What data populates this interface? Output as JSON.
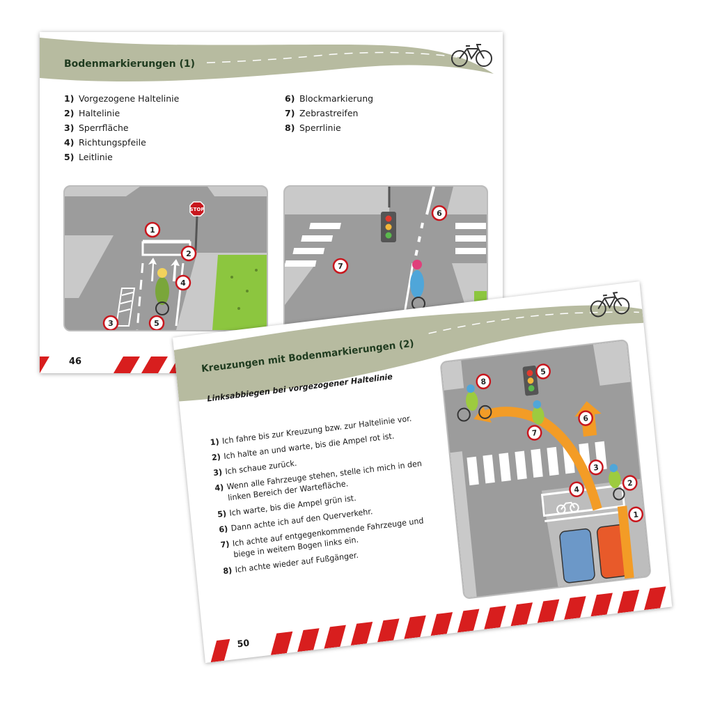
{
  "page_back": {
    "title": "Bodenmarkierungen (1)",
    "page_number": "46",
    "items_left": [
      {
        "num": "1)",
        "label": "Vorgezogene Haltelinie"
      },
      {
        "num": "2)",
        "label": "Haltelinie"
      },
      {
        "num": "3)",
        "label": "Sperrfläche"
      },
      {
        "num": "4)",
        "label": "Richtungspfeile"
      },
      {
        "num": "5)",
        "label": "Leitlinie"
      }
    ],
    "items_right": [
      {
        "num": "6)",
        "label": "Blockmarkierung"
      },
      {
        "num": "7)",
        "label": "Zebrastreifen"
      },
      {
        "num": "8)",
        "label": "Sperrlinie"
      }
    ],
    "stop_sign": "STOP",
    "markers_left": [
      "1",
      "2",
      "3",
      "4",
      "5"
    ],
    "markers_right": [
      "6",
      "7"
    ]
  },
  "page_front": {
    "title": "Kreuzungen mit Bodenmarkierungen (2)",
    "subtitle": "Linksabbiegen bei vorgezogener Haltelinie",
    "page_number": "50",
    "steps": [
      {
        "num": "1)",
        "text": "Ich fahre bis zur Kreuzung bzw. zur Haltelinie vor."
      },
      {
        "num": "2)",
        "text": "Ich halte an und warte, bis die Ampel rot ist."
      },
      {
        "num": "3)",
        "text": "Ich schaue zurück."
      },
      {
        "num": "4)",
        "text": "Wenn alle Fahrzeuge stehen, stelle ich mich in den linken Bereich der Wartefläche."
      },
      {
        "num": "5)",
        "text": "Ich warte, bis die Ampel grün ist."
      },
      {
        "num": "6)",
        "text": "Dann achte ich auf den Querverkehr."
      },
      {
        "num": "7)",
        "text": "Ich achte auf entgegenkommende Fahrzeuge und biege in weitem Bogen links ein."
      },
      {
        "num": "8)",
        "text": "Ich achte wieder auf Fußgänger."
      }
    ],
    "markers": [
      "1",
      "2",
      "3",
      "4",
      "5",
      "6",
      "7",
      "8"
    ]
  },
  "colors": {
    "header_band": "#b7bba0",
    "title_text": "#1f3b1f",
    "stripe_red": "#d81e1e",
    "marker_red": "#c8161d",
    "road_gray": "#9a9a9a",
    "grass_green": "#8cc63f",
    "arrow_orange": "#f39c26"
  },
  "icons": [
    "bicycle-icon"
  ]
}
